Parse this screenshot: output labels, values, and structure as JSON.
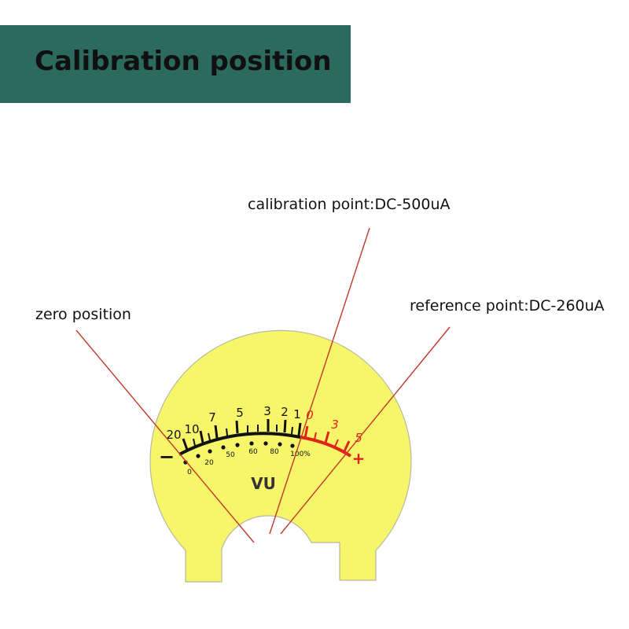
{
  "title": "Calibration position",
  "labels": {
    "calibration": "calibration point:DC-500uA",
    "zero": "zero position",
    "reference": "reference point:DC-260uA"
  },
  "meter": {
    "unit": "VU",
    "minus": "−",
    "plus": "+",
    "vu_ticks_black": [
      "20",
      "10",
      "7",
      "5",
      "3",
      "2",
      "1"
    ],
    "vu_ticks_red": [
      "0",
      "3",
      "5"
    ],
    "percent_ticks": [
      "0",
      "20",
      "50",
      "60",
      "80",
      "100%"
    ]
  },
  "colors": {
    "title_bg": "#2c6a5e",
    "face": "#f7f56a",
    "scale_red": "#e2231a",
    "pointer_line": "#c0392b"
  }
}
